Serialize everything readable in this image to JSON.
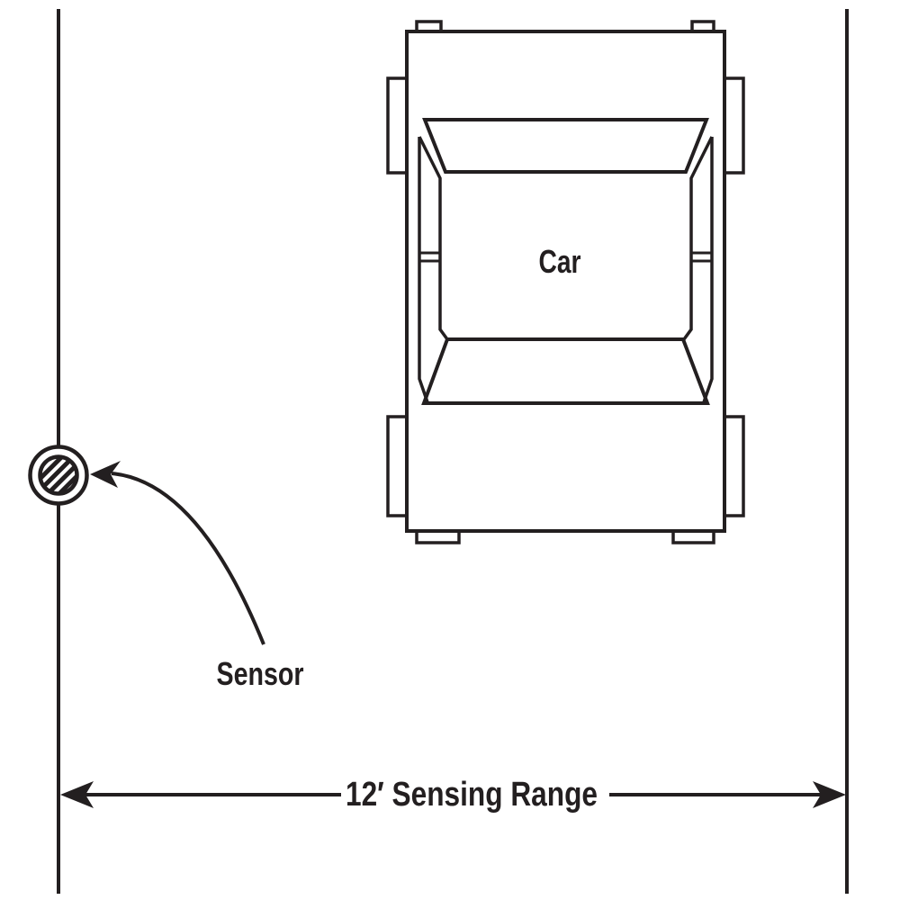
{
  "diagram": {
    "title_hidden": "",
    "car_label": "Car",
    "sensor_label": "Sensor",
    "range_label": "12′ Sensing Range",
    "stroke_color": "#231f20",
    "background_color": "#ffffff"
  }
}
